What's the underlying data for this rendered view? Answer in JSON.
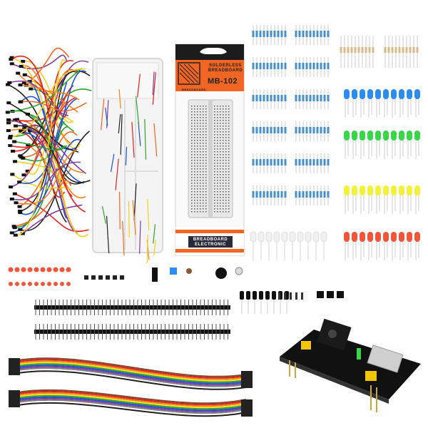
{
  "product": {
    "breadboard_box": {
      "line1": "SOLDERLESS",
      "line2": "BREADBOARD",
      "model": "MB-102",
      "logo_text": "BREADBOARD",
      "bottom_label_line1": "BREADBOARD",
      "bottom_label_line2": "ELECTRONIC"
    }
  },
  "colors": {
    "orange": "#f26522",
    "box_black": "#1c1c1c",
    "led_blue": "#2d8cf0",
    "led_green": "#39d64a",
    "led_yellow": "#f2f23a",
    "led_red": "#f2563a",
    "led_white": "#f0f0f0",
    "resistor_blue": "#4a90c8",
    "resistor_beige": "#d8b98a",
    "ribbon": [
      "#7a4a2a",
      "#e02020",
      "#f08020",
      "#f0e020",
      "#30a030",
      "#2050d0",
      "#8040a0",
      "#808080",
      "#ffffff",
      "#202020"
    ]
  }
}
